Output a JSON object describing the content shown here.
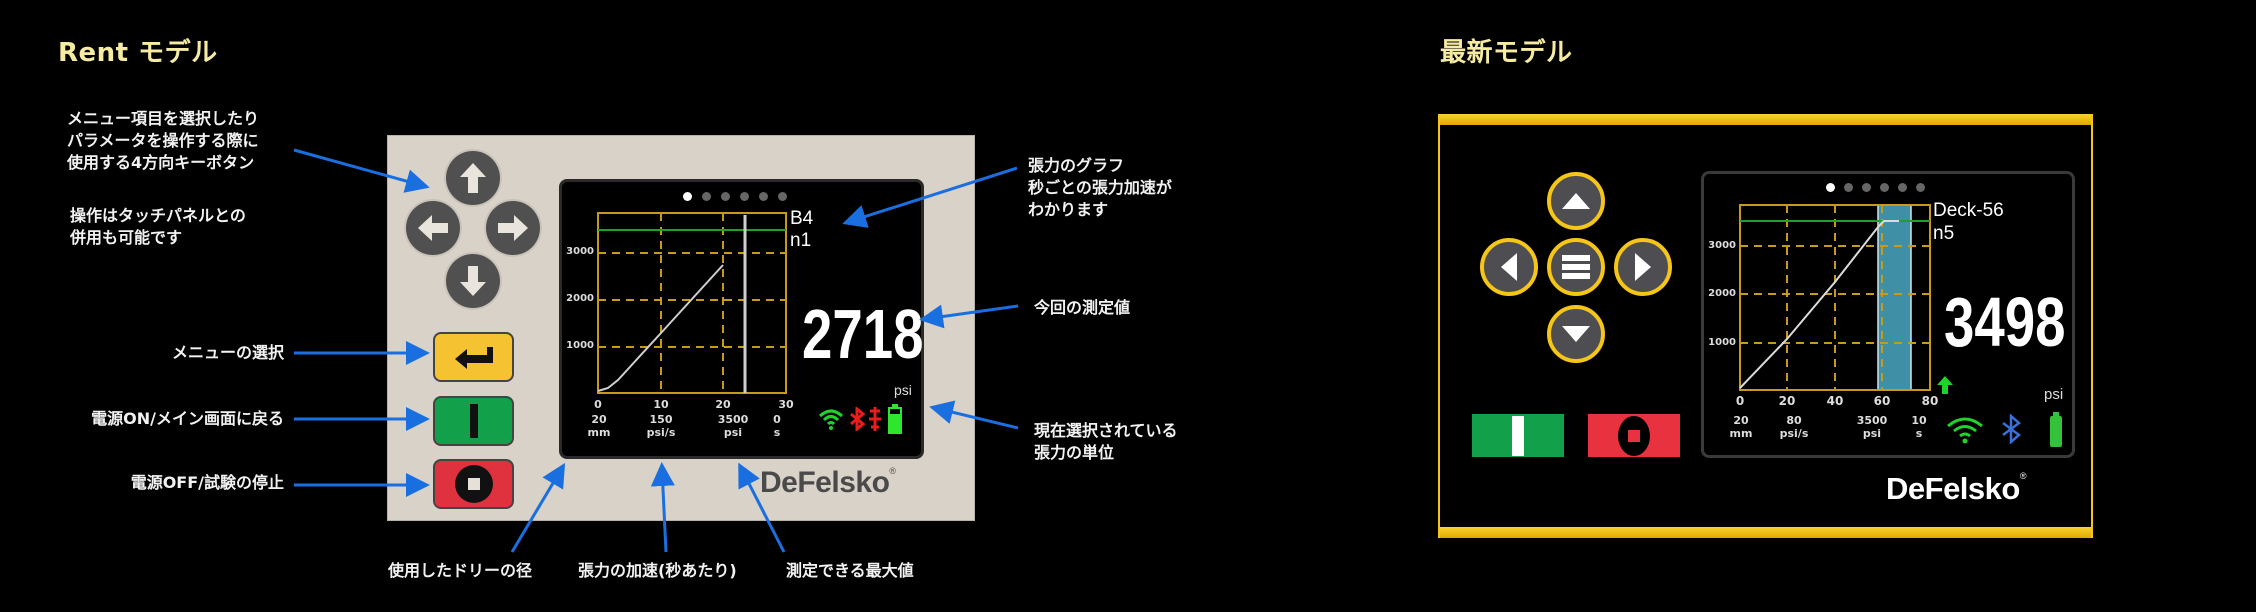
{
  "left": {
    "title": "Rent モデル",
    "notes": {
      "dpad": "メニュー項目を選択したり\nパラメータを操作する際に\n使用する4方向キーボタン",
      "touch": "操作はタッチパネルとの\n併用も可能です",
      "enter": "メニューの選択",
      "power_on": "電源ON/メイン画面に戻る",
      "power_off": "電源OFF/試験の停止",
      "graph": "張力のグラフ\n秒ごとの張力加速が\nわかります",
      "reading": "今回の測定値",
      "unit": "現在選択されている\n張力の単位",
      "dolly": "使用したドリーの径",
      "rate": "張力の加速(秒あたり)",
      "max": "測定できる最大値"
    },
    "device": {
      "batch": "B4",
      "reading_no": "n1",
      "value": "2718",
      "unit": "psi",
      "logo": "DeFelsko",
      "logo_mark": "®",
      "stats": [
        {
          "value": "20",
          "unit": "mm"
        },
        {
          "value": "150",
          "unit": "psi/s"
        },
        {
          "value": "3500",
          "unit": "psi"
        },
        {
          "value": "0",
          "unit": "s"
        }
      ],
      "status_icons": [
        "wifi-icon",
        "bluetooth-icon",
        "usb-icon",
        "battery-icon"
      ],
      "page_dots": 6,
      "active_dot": 0
    }
  },
  "right": {
    "title": "最新モデル",
    "device": {
      "batch": "Deck-56",
      "reading_no": "n5",
      "value": "3498",
      "unit": "psi",
      "logo": "DeFelsko",
      "logo_mark": "®",
      "stats": [
        {
          "value": "20",
          "unit": "mm"
        },
        {
          "value": "80",
          "unit": "psi/s"
        },
        {
          "value": "3500",
          "unit": "psi"
        },
        {
          "value": "10",
          "unit": "s"
        }
      ],
      "status_icons": [
        "trend-up-icon",
        "wifi-icon",
        "bluetooth-icon",
        "battery-icon"
      ],
      "page_dots": 6,
      "active_dot": 0
    }
  },
  "colors": {
    "title": "#f6eba2",
    "annotation_arrow": "#1a6fe0",
    "rent_panel": "#d9d2c8",
    "enter_button": "#f5c232",
    "on_button": "#12a04a",
    "off_button": "#e0323e",
    "grid": "#c89a1a",
    "limit_line": "#1fa02a",
    "new_accent": "#f5c518",
    "hold_band": "#3f8fa6"
  },
  "chart_data": [
    {
      "type": "line",
      "title": "Rent model pull-off graph",
      "xlabel": "s",
      "ylabel": "psi",
      "x_ticks": [
        "0",
        "10",
        "20",
        "30"
      ],
      "y_ticks": [
        "1000",
        "2000",
        "3000"
      ],
      "xlim": [
        0,
        30
      ],
      "ylim": [
        0,
        3800
      ],
      "grid": true,
      "series": [
        {
          "name": "pressure",
          "x": [
            0,
            2,
            4,
            10,
            20
          ],
          "values": [
            0,
            100,
            400,
            1250,
            2718
          ]
        }
      ],
      "limit_line": 3500,
      "cursor_x": 23
    },
    {
      "type": "line",
      "title": "New model pull-off graph",
      "xlabel": "s",
      "ylabel": "psi",
      "x_ticks": [
        "0",
        "20",
        "40",
        "60",
        "80"
      ],
      "y_ticks": [
        "1000",
        "2000",
        "3000"
      ],
      "xlim": [
        0,
        80
      ],
      "ylim": [
        0,
        3800
      ],
      "grid": true,
      "series": [
        {
          "name": "pressure",
          "x": [
            0,
            20,
            40,
            58,
            62,
            68
          ],
          "values": [
            0,
            1000,
            2200,
            3400,
            3498,
            3498
          ]
        }
      ],
      "limit_line": 3500,
      "hold_band": [
        58,
        72
      ]
    }
  ]
}
